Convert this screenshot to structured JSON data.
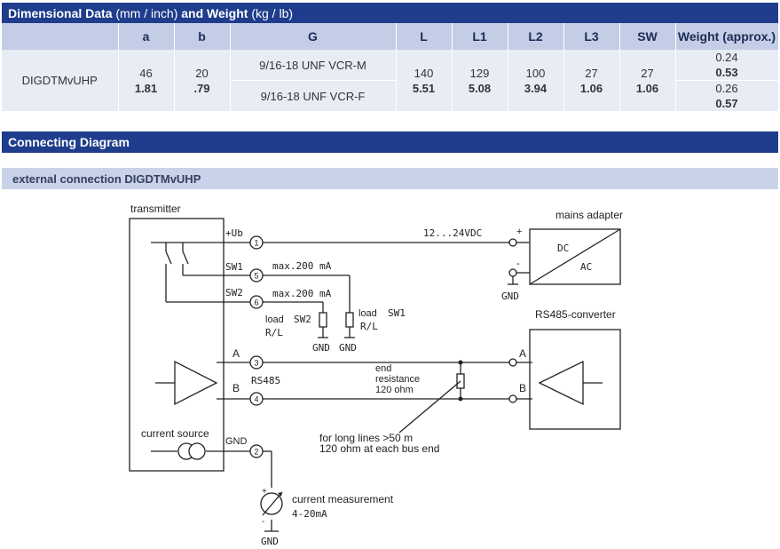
{
  "header": {
    "title_main": "Dimensional Data",
    "title_unit1": "(mm / inch)",
    "title_mid": "and Weight",
    "title_unit2": "(kg / lb)"
  },
  "table": {
    "columns": [
      "",
      "a",
      "b",
      "G",
      "L",
      "L1",
      "L2",
      "L3",
      "SW",
      "Weight (approx.)"
    ],
    "model": "DIGDTMvUHP",
    "a_mm": "46",
    "a_in": "1.81",
    "b_mm": "20",
    "b_in": ".79",
    "g_row1": "9/16-18 UNF VCR-M",
    "g_row2": "9/16-18 UNF VCR-F",
    "L_mm": "140",
    "L_in": "5.51",
    "L1_mm": "129",
    "L1_in": "5.08",
    "L2_mm": "100",
    "L2_in": "3.94",
    "L3_mm": "27",
    "L3_in": "1.06",
    "SW_mm": "27",
    "SW_in": "1.06",
    "w1_kg": "0.24",
    "w1_lb": "0.53",
    "w2_kg": "0.26",
    "w2_lb": "0.57"
  },
  "sections": {
    "connecting": "Connecting Diagram",
    "external": "external connection DIGDTMvUHP"
  },
  "diagram": {
    "transmitter": "transmitter",
    "mains_adapter": "mains adapter",
    "rs485_converter": "RS485-converter",
    "ub": "+Ub",
    "sw1": "SW1",
    "sw2": "SW2",
    "a": "A",
    "b": "B",
    "gnd": "GND",
    "rs485": "RS485",
    "current_source": "current source",
    "vdc": "12...24VDC",
    "max1": "max.200 mA",
    "max2": "max.200 mA",
    "load": "load",
    "rl": "R/L",
    "load_sw2": "SW2",
    "load_sw1": "SW1",
    "dc": "DC",
    "ac": "AC",
    "plus": "+",
    "minus": "-",
    "end_res_1": "end",
    "end_res_2": "resistance",
    "end_res_3": "120 ohm",
    "long_1": "for long lines >50 m",
    "long_2": "120 ohm at each bus end",
    "curr_meas_1": "current measurement",
    "curr_meas_2": "4-20mA",
    "t1": "1",
    "t2": "2",
    "t3": "3",
    "t4": "4",
    "t5": "5",
    "t6": "6",
    "conv_a": "A",
    "conv_b": "B"
  }
}
